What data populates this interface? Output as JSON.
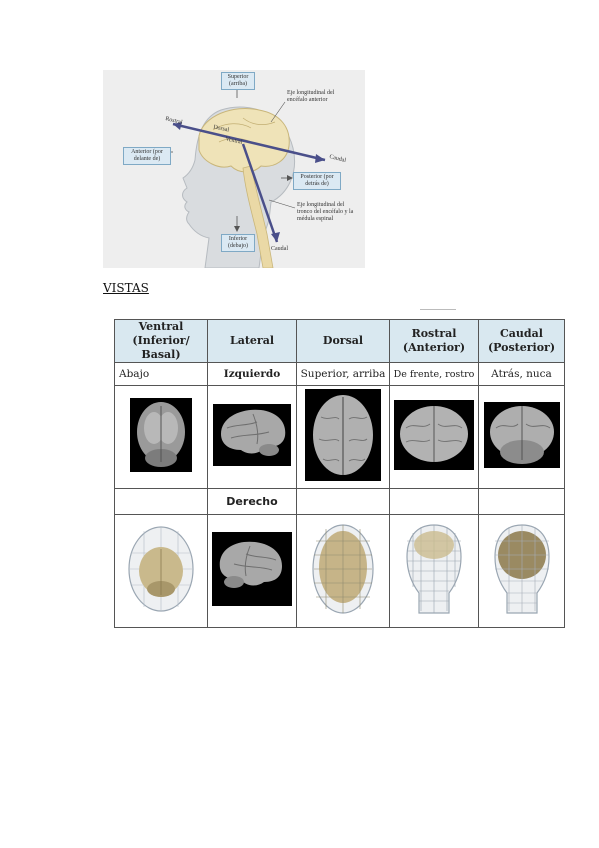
{
  "figure": {
    "labels": {
      "superior": "Superior (arriba)",
      "anterior": "Anterior (por delante de)",
      "posterior": "Posterior (por detrás de)",
      "inferior": "Inferior (debajo)",
      "eje_encefalo": "Eje longitudinal del encéfalo anterior",
      "eje_tronco": "Eje longitudinal del tronco del encéfalo y la médula espinal",
      "rostral": "Rostral",
      "caudal_1": "Caudal",
      "caudal_2": "Caudal",
      "dorsal": "Dorsal",
      "ventral": "Ventral"
    }
  },
  "section": {
    "title": "VISTAS"
  },
  "table": {
    "headers": [
      [
        "Ventral",
        "(Inferior/ Basal)"
      ],
      [
        "Lateral"
      ],
      [
        "Dorsal"
      ],
      [
        "Rostral",
        "(Anterior)"
      ],
      [
        "Caudal",
        "(Posterior)"
      ]
    ],
    "descriptions": [
      "Abajo",
      "Izquierdo",
      "Superior, arriba",
      "De frente, rostro",
      "Atrás, nuca"
    ],
    "right_label": "Derecho"
  },
  "colors": {
    "header_bg": "#d9e8f0",
    "label_box": "#dbe9f3",
    "axis": "#4a4f8a"
  }
}
